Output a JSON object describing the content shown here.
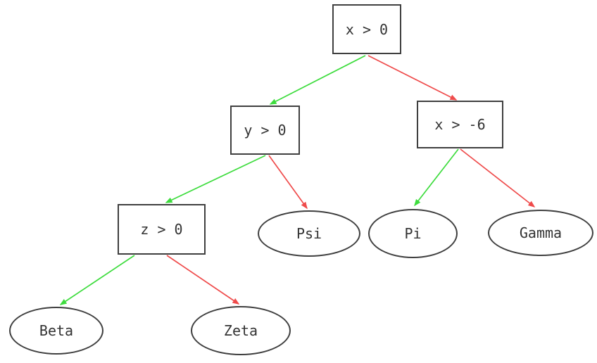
{
  "diagram": {
    "type": "decision-tree",
    "background": "#ffffff",
    "colors": {
      "true_branch": "#3ddc3d",
      "false_branch": "#ef4b4b",
      "node_border": "#3f3f3f",
      "text": "#333333"
    },
    "nodes": [
      {
        "id": "root",
        "label": "x > 0",
        "shape": "rect",
        "kind": "decision"
      },
      {
        "id": "y0",
        "label": "y > 0",
        "shape": "rect",
        "kind": "decision"
      },
      {
        "id": "xm6",
        "label": "x > -6",
        "shape": "rect",
        "kind": "decision"
      },
      {
        "id": "z0",
        "label": "z > 0",
        "shape": "rect",
        "kind": "decision"
      },
      {
        "id": "psi",
        "label": "Psi",
        "shape": "ellipse",
        "kind": "leaf"
      },
      {
        "id": "pi",
        "label": "Pi",
        "shape": "ellipse",
        "kind": "leaf"
      },
      {
        "id": "gamma",
        "label": "Gamma",
        "shape": "ellipse",
        "kind": "leaf"
      },
      {
        "id": "beta",
        "label": "Beta",
        "shape": "ellipse",
        "kind": "leaf"
      },
      {
        "id": "zeta",
        "label": "Zeta",
        "shape": "ellipse",
        "kind": "leaf"
      }
    ],
    "edges": [
      {
        "from": "x > 0",
        "to": "y > 0",
        "branch": "true"
      },
      {
        "from": "x > 0",
        "to": "x > -6",
        "branch": "false"
      },
      {
        "from": "y > 0",
        "to": "z > 0",
        "branch": "true"
      },
      {
        "from": "y > 0",
        "to": "Psi",
        "branch": "false"
      },
      {
        "from": "x > -6",
        "to": "Pi",
        "branch": "true"
      },
      {
        "from": "x > -6",
        "to": "Gamma",
        "branch": "false"
      },
      {
        "from": "z > 0",
        "to": "Beta",
        "branch": "true"
      },
      {
        "from": "z > 0",
        "to": "Zeta",
        "branch": "false"
      }
    ]
  }
}
